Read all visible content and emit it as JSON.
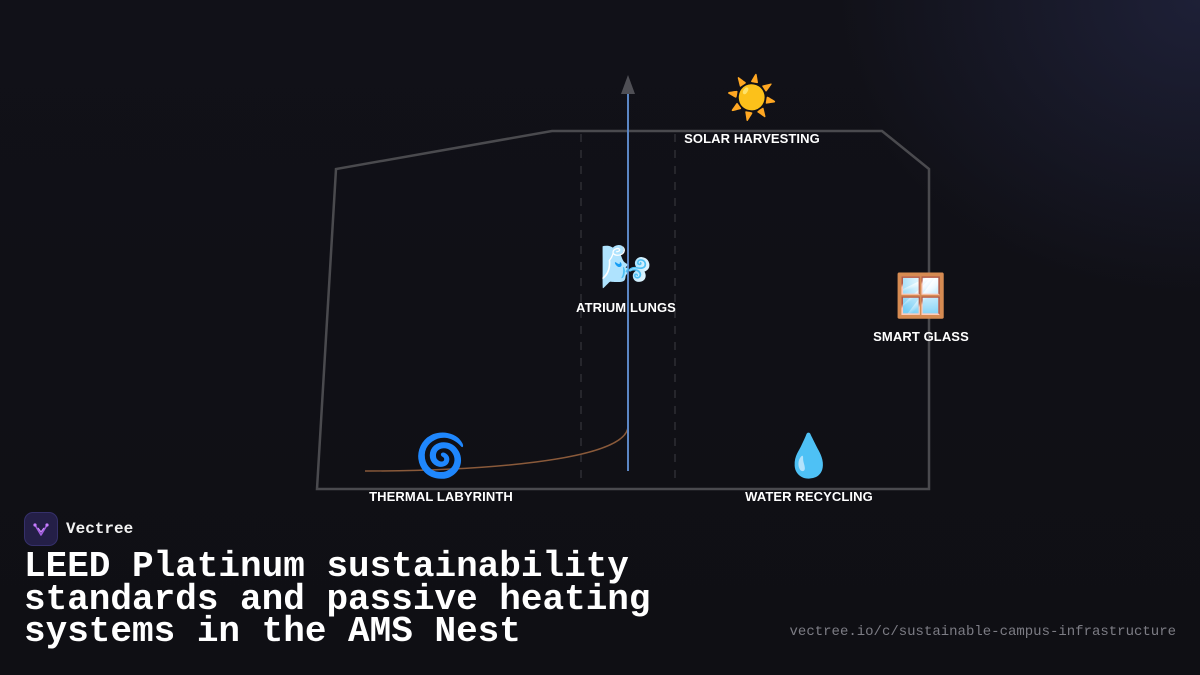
{
  "nodes": {
    "solar": {
      "icon": "☀️",
      "icon_name": "sun-icon",
      "label": "SOLAR HARVESTING"
    },
    "atrium": {
      "icon": "🌬️",
      "icon_name": "wind-face-icon",
      "label": "ATRIUM LUNGS"
    },
    "glass": {
      "icon": "🪟",
      "icon_name": "window-icon",
      "label": "SMART GLASS"
    },
    "thermal": {
      "icon": "🌀",
      "icon_name": "cyclone-icon",
      "label": "THERMAL LABYRINTH"
    },
    "water": {
      "icon": "💧",
      "icon_name": "droplet-icon",
      "label": "WATER RECYCLING"
    }
  },
  "brand": {
    "name": "Vectree",
    "logo_name": "vectree-logo-icon"
  },
  "headline": "LEED Platinum sustainability standards and passive heating systems in the AMS Nest",
  "url": "vectree.io/c/sustainable-campus-infrastructure",
  "colors": {
    "background": "#101016",
    "outline": "#4a4a4e",
    "airflow_arrow": "#5b86c4",
    "thermal_curve": "#8a5a3a",
    "brand_bg": "#241f47",
    "brand_accent": "#a25fe0"
  }
}
